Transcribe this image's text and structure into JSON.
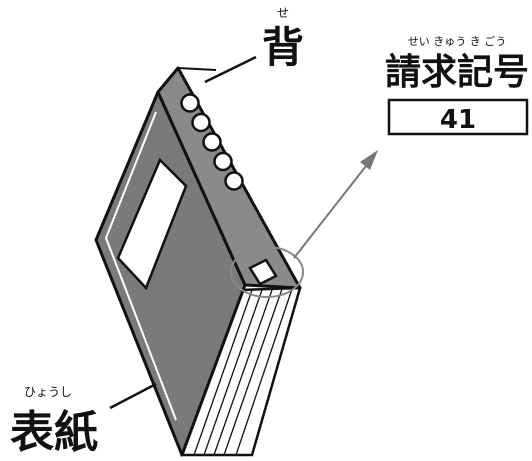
{
  "labels": {
    "spine": {
      "text": "背",
      "ruby": "せ"
    },
    "call_number": {
      "text": "請求記号",
      "ruby": "せい きゅう き ごう"
    },
    "cover": {
      "text": "表紙",
      "ruby": "ひょうし"
    }
  },
  "call_number_box": {
    "value": "41"
  },
  "colors": {
    "cover_fill": "#7a7a7a",
    "spine_fill": "#8a8a8a",
    "outline": "#111111",
    "window": "#ffffff",
    "pointer": "#777777",
    "highlight_ring": "#888888"
  },
  "spine_hole_count": 5
}
